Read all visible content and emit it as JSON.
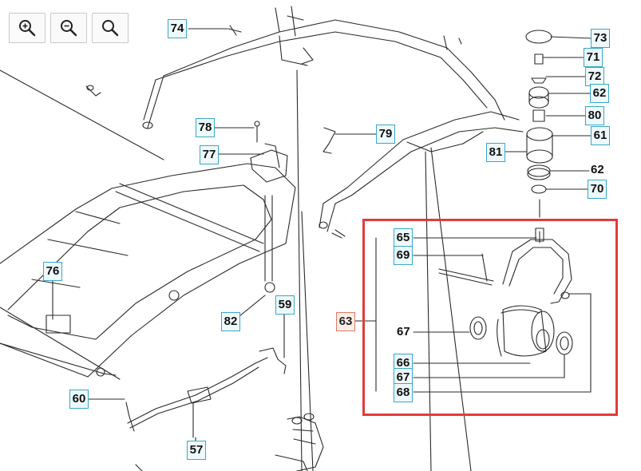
{
  "toolbar": {
    "zoom_in_icon": "zoom-in-icon",
    "zoom_out_icon": "zoom-out-icon",
    "zoom_reset_icon": "zoom-reset-icon"
  },
  "colors": {
    "callout_border": "#3aa8c8",
    "callout_fill": "#eef9fc",
    "assembly_border": "#e07a60",
    "highlight_frame": "#e23b3b"
  },
  "callouts": {
    "c74": "74",
    "c73": "73",
    "c71": "71",
    "c72": "72",
    "c62a": "62",
    "c80": "80",
    "c61": "61",
    "c78": "78",
    "c77": "77",
    "c79": "79",
    "c81": "81",
    "c62b": "62",
    "c70": "70",
    "c76": "76",
    "c65": "65",
    "c69": "69",
    "c63": "63",
    "c67a": "67",
    "c66": "66",
    "c67b": "67",
    "c68": "68",
    "c82": "82",
    "c59": "59",
    "c60": "60",
    "c57": "57"
  }
}
